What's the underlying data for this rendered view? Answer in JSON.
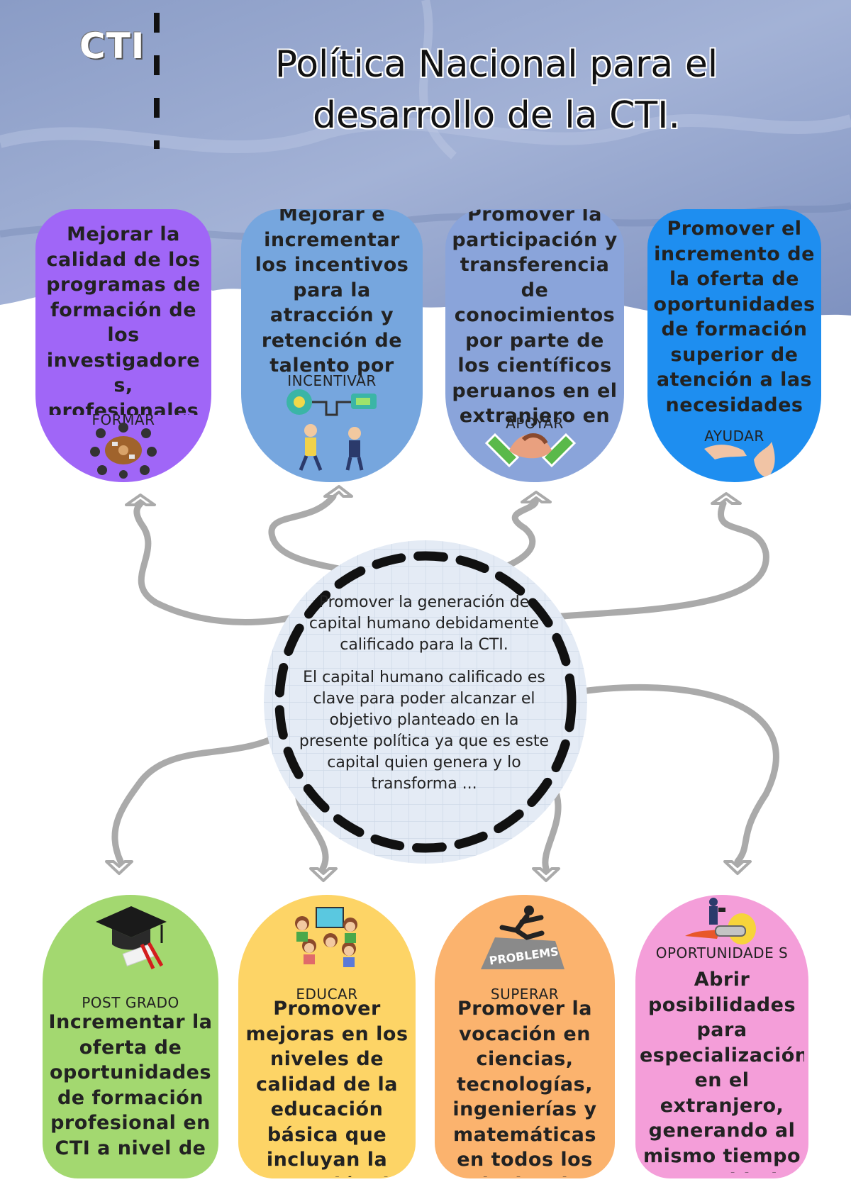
{
  "header": {
    "logo": "CTI",
    "title_line1": "Política Nacional para el",
    "title_line2": "desarrollo de la CTI."
  },
  "center": {
    "heading": "Promover la generación de capital humano debidamente calificado para la CTI.",
    "body": "El capital humano calificado es clave para poder alcanzar el objetivo planteado en la presente política ya que es este capital quien genera y lo transforma ..."
  },
  "top_cards": [
    {
      "text": "Mejorar la calidad de los programas de formación de los investigadore s, profesionales",
      "label": "FORMAR",
      "icon": "round-table-meeting-icon",
      "color": "#a066f7"
    },
    {
      "text": "Mejorar e incrementar los incentivos para la atracción y retención de talento por",
      "label": "INCENTIVAR",
      "icon": "idea-people-icon",
      "color": "#76a6de"
    },
    {
      "text": "Promover la participación y transferencia de conocimientos por parte de los científicos peruanos en el extranjero en",
      "label": "APOYAR",
      "icon": "handshake-icon",
      "color": "#8aa4da"
    },
    {
      "text": "Promover el incremento de la oferta de oportunidades de formación superior de atención a las necesidades",
      "label": "AYUDAR",
      "icon": "helping-hands-icon",
      "color": "#1e8ef0"
    }
  ],
  "bottom_cards": [
    {
      "text": "Incrementar la oferta de oportunidades de formación profesional en CTI a nivel de",
      "label": "POST GRADO",
      "icon": "graduation-cap-icon",
      "color": "#a3d870"
    },
    {
      "text": "Promover mejoras en los niveles de calidad de la educación básica que incluyan la promoción de",
      "label": "EDUCAR",
      "icon": "children-reading-icon",
      "color": "#fdd466"
    },
    {
      "text": "Promover la vocación en ciencias, tecnologías, ingenierías y matemáticas en todos los niveles de",
      "label": "SUPERAR",
      "icon": "jump-problem-icon",
      "color": "#fbb36e"
    },
    {
      "text": "Abrir posibilidades para especialización en el extranjero, generando al mismo tiempo oportunidades",
      "label": "OPORTUNIDADE S",
      "icon": "rocket-idea-icon",
      "color": "#f49ed9"
    }
  ]
}
